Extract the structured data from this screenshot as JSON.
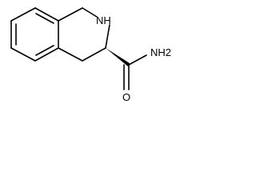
{
  "molecule": {
    "atoms": {
      "nh": "NH",
      "nh2": "NH2",
      "o": "O"
    },
    "colors": {
      "bond": "#000000",
      "background": "#ffffff"
    }
  }
}
